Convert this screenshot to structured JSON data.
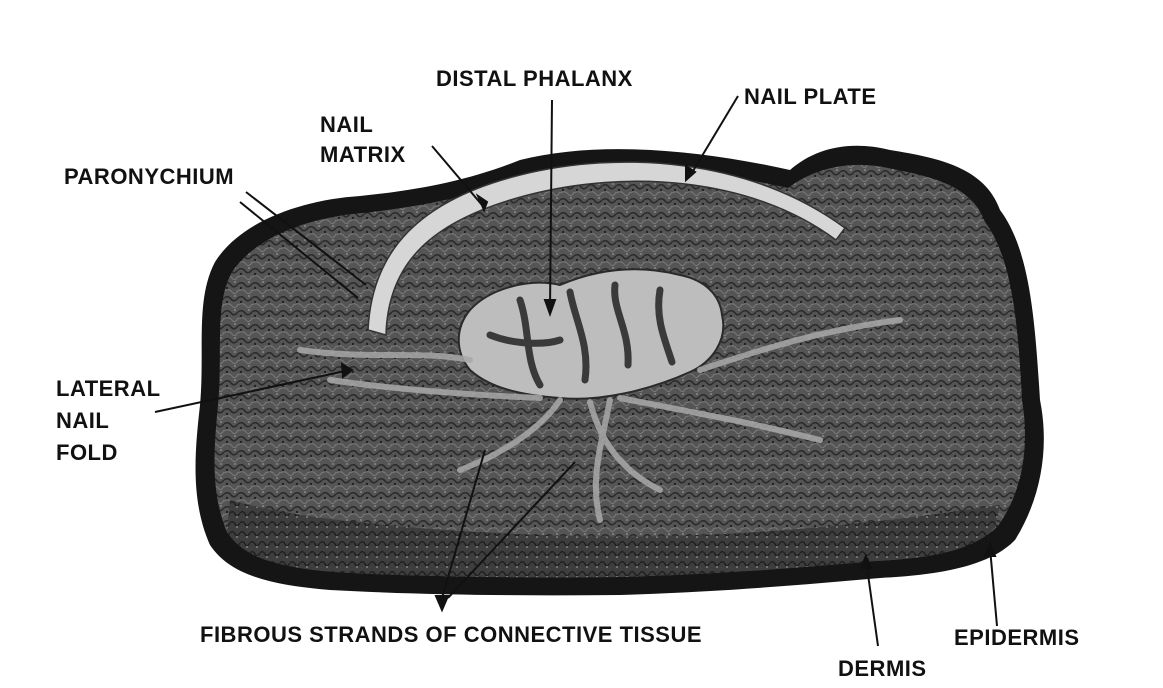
{
  "labels": {
    "distal_phalanx": "DISTAL PHALANX",
    "nail_plate": "NAIL PLATE",
    "nail_matrix_line1": "NAIL",
    "nail_matrix_line2": "MATRIX",
    "paronychium": "PARONYCHIUM",
    "lateral_nail_fold_line1": "LATERAL",
    "lateral_nail_fold_line2": "NAIL",
    "lateral_nail_fold_line3": "FOLD",
    "fibrous_strands": "FIBROUS STRANDS OF CONNECTIVE TISSUE",
    "epidermis": "EPIDERMIS",
    "dermis": "DERMIS"
  },
  "colors": {
    "background": "#ffffff",
    "epidermis": "#151515",
    "dermis_tissue": "#4a4a4a",
    "bone": "#bdbdbd",
    "nail_plate": "#d6d6d6",
    "text": "#111111"
  }
}
